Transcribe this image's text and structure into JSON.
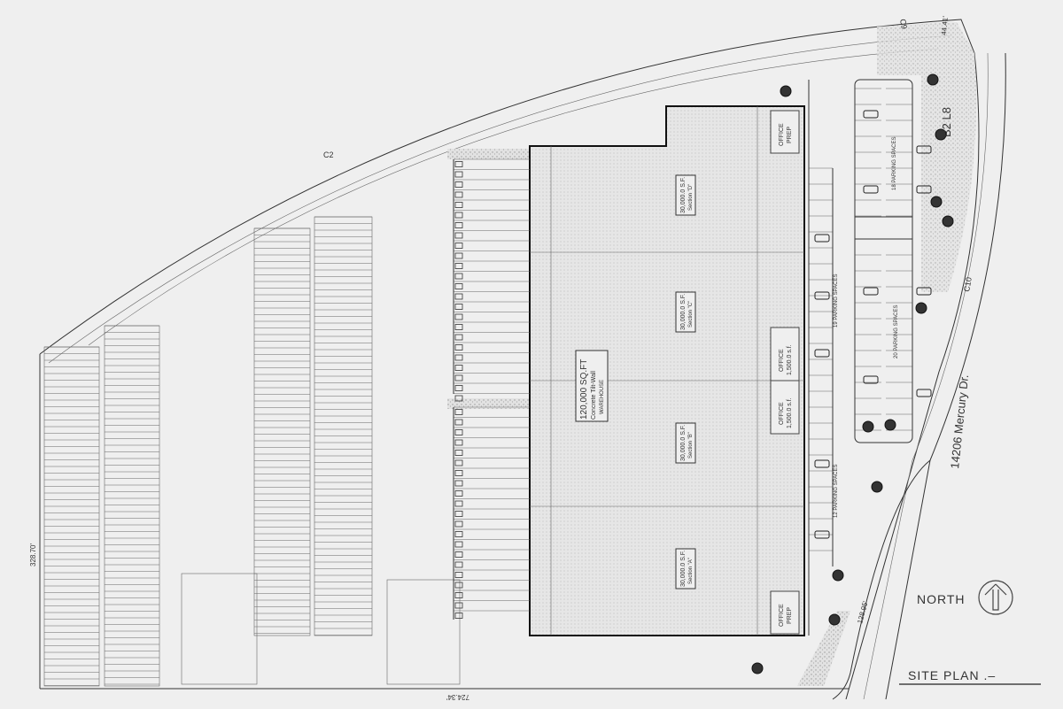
{
  "title": "SITE PLAN .–",
  "north_label": "NORTH",
  "street": "14206 Mercury Dr.",
  "curves": {
    "c2": "C2",
    "c9": "C9",
    "c10": "C10"
  },
  "lot_block": "B2 L8",
  "dimensions": {
    "top_right": "44.41'",
    "left": "328.70'",
    "bottom": "724.34'",
    "bottom_right": "128.95'"
  },
  "warehouse": {
    "area": "120,000 SQ.FT",
    "construction": "Concrete Tilt-Wall",
    "type": "WAREHOUSE"
  },
  "sections": [
    {
      "area": "30,000.0 S.F.",
      "name": "Section \"D\""
    },
    {
      "area": "30,000.0 S.F.",
      "name": "Section \"C\""
    },
    {
      "area": "30,000.0 S.F.",
      "name": "Section \"B\""
    },
    {
      "area": "30,000.0 S.F.",
      "name": "Section \"A\""
    }
  ],
  "offices": [
    {
      "label": "OFFICE",
      "sub": "PREP"
    },
    {
      "label": "OFFICE",
      "sub": "1,500.0 s.f."
    },
    {
      "label": "OFFICE",
      "sub": "1,500.0 s.f."
    },
    {
      "label": "OFFICE",
      "sub": "PREP"
    }
  ],
  "parking": {
    "p18": "18 PARKING SPACES",
    "p19": "19 PARKING SPACES",
    "p20": "20 PARKING SPACES",
    "p12": "12 PARKING SPACES"
  }
}
